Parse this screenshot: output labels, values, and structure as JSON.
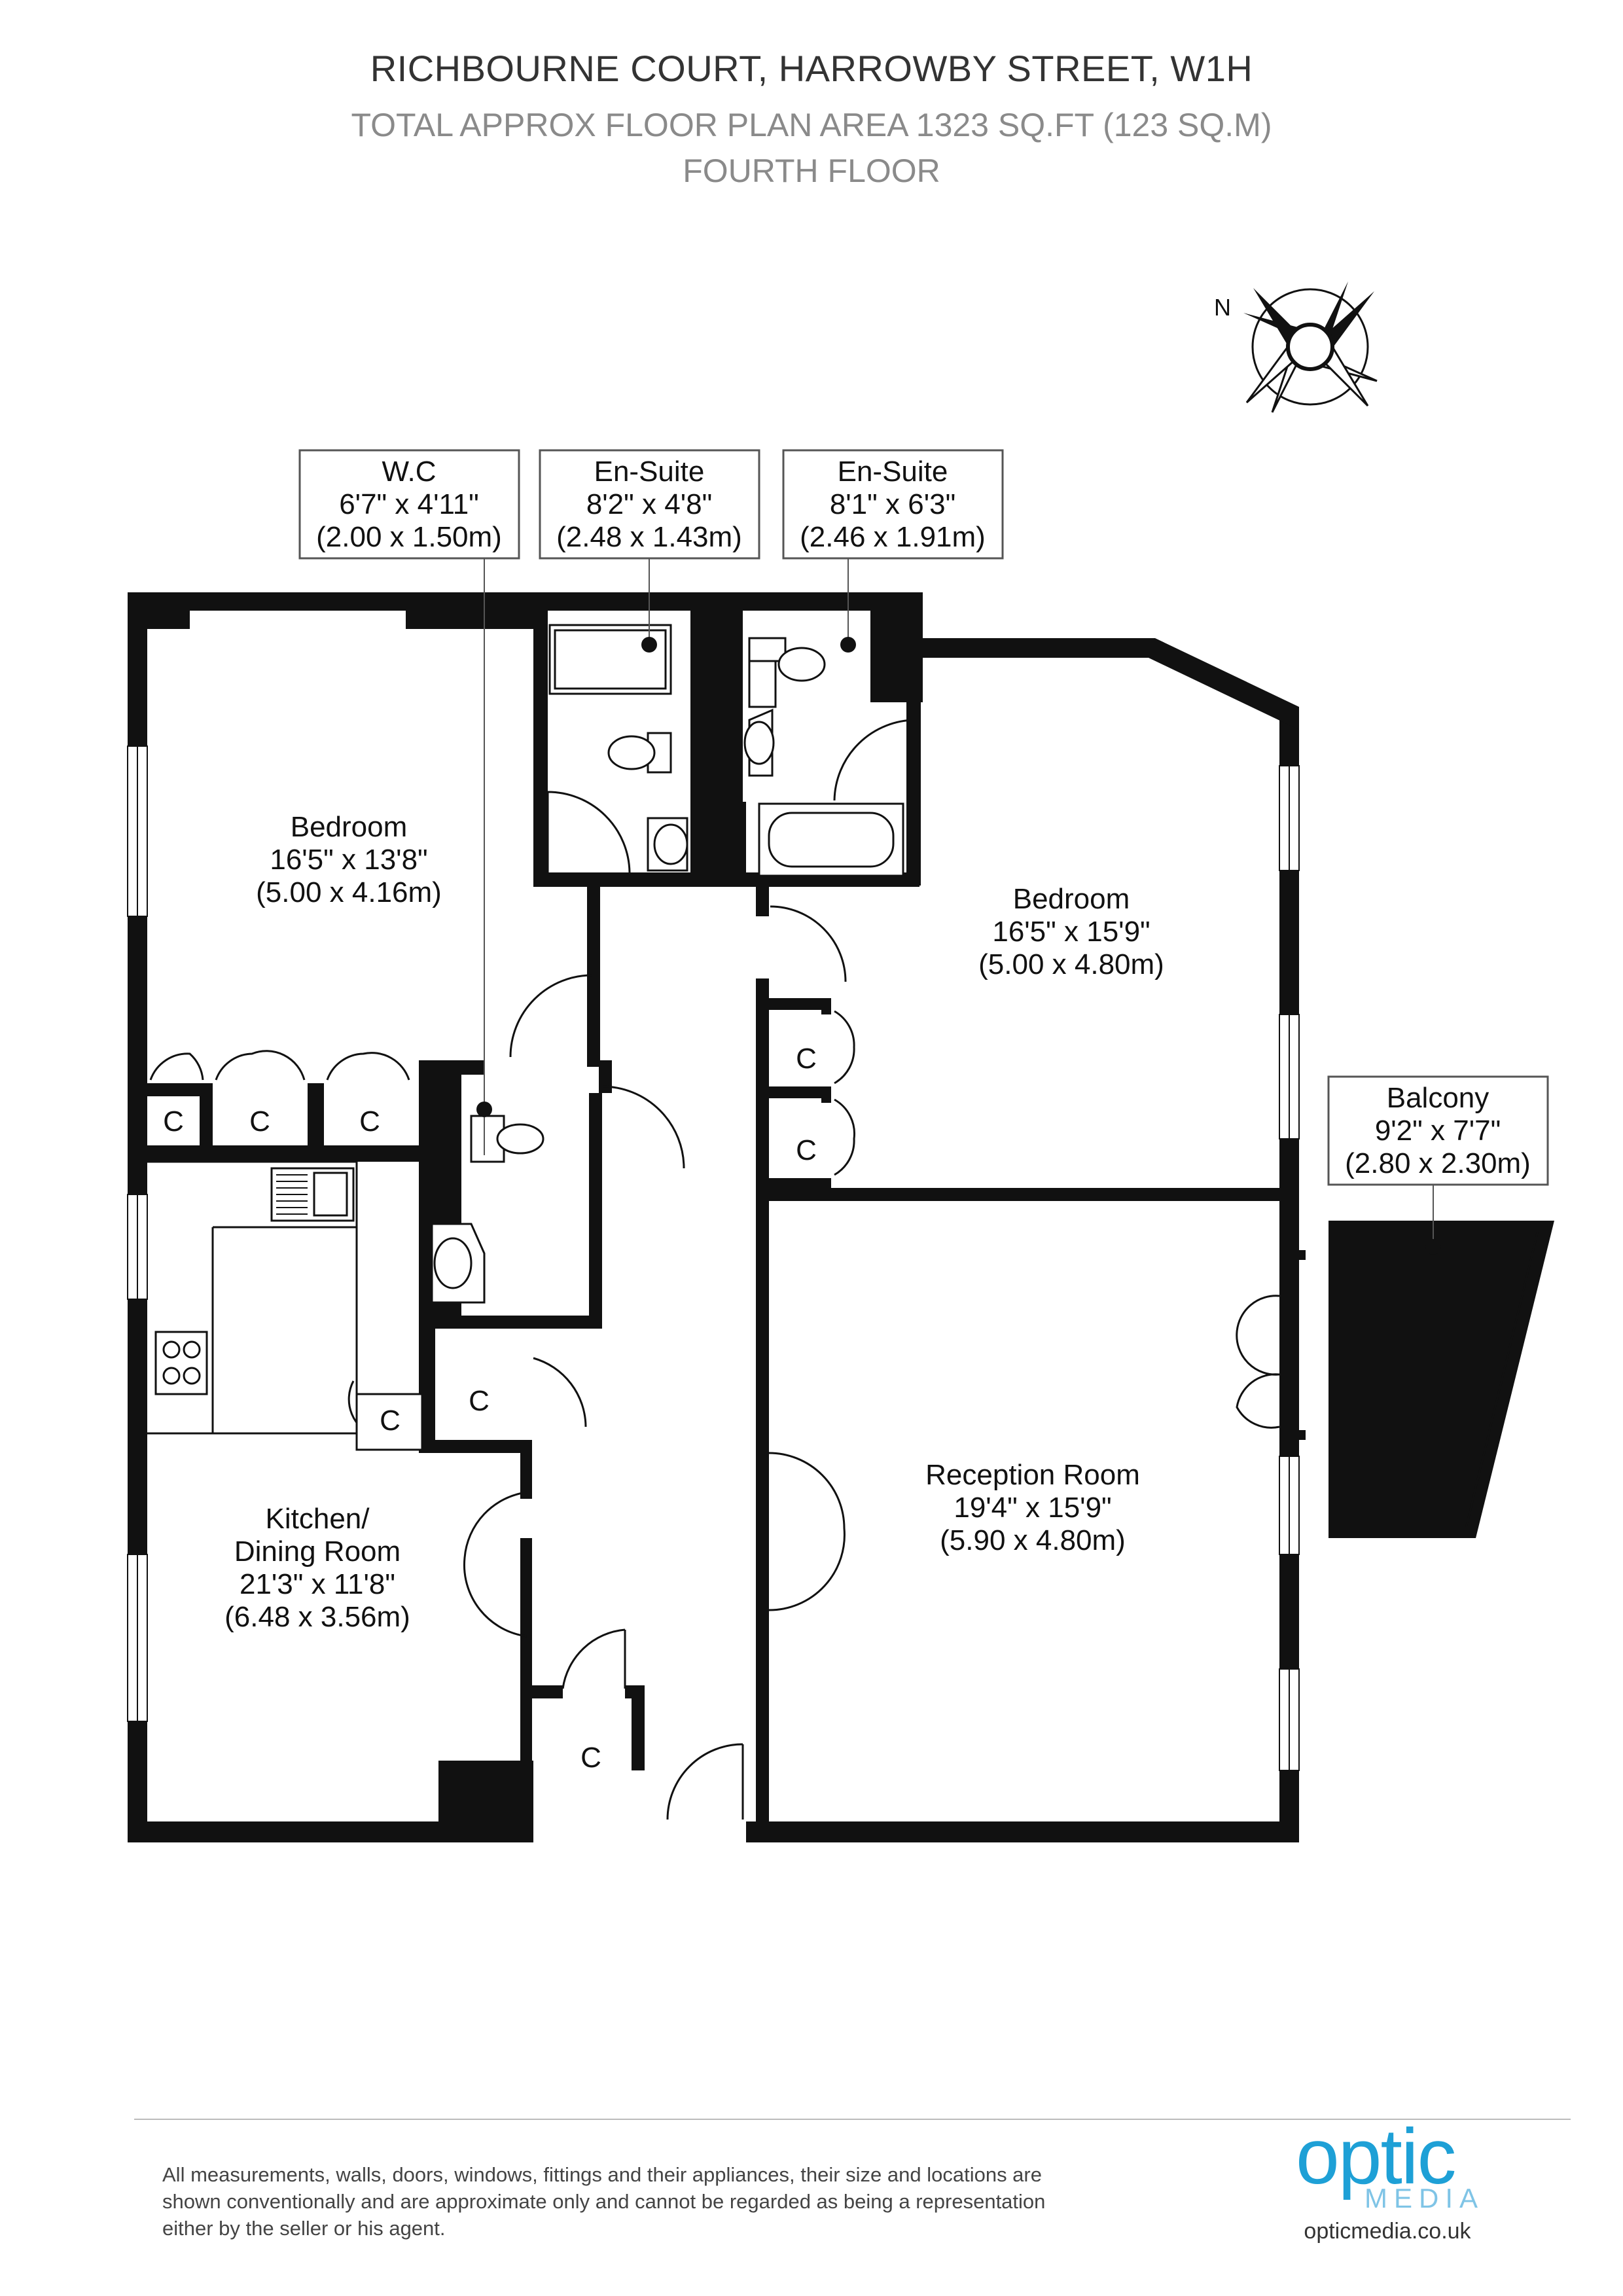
{
  "header": {
    "address": "RICHBOURNE COURT, HARROWBY STREET, W1H",
    "area": "TOTAL APPROX FLOOR PLAN AREA 1323 SQ.FT (123 SQ.M)",
    "floor": "FOURTH FLOOR"
  },
  "compass": {
    "north": "N"
  },
  "callouts": {
    "wc": {
      "name": "W.C",
      "imperial": "6'7\" x 4'11\"",
      "metric": "(2.00 x 1.50m)"
    },
    "ensuite1": {
      "name": "En-Suite",
      "imperial": "8'2\" x 4'8\"",
      "metric": "(2.48 x 1.43m)"
    },
    "ensuite2": {
      "name": "En-Suite",
      "imperial": "8'1\" x 6'3\"",
      "metric": "(2.46 x 1.91m)"
    },
    "balcony": {
      "name": "Balcony",
      "imperial": "9'2\" x 7'7\"",
      "metric": "(2.80 x 2.30m)"
    }
  },
  "rooms": {
    "bedroom1": {
      "name": "Bedroom",
      "imperial": "16'5\" x 13'8\"",
      "metric": "(5.00 x 4.16m)"
    },
    "bedroom2": {
      "name": "Bedroom",
      "imperial": "16'5\" x 15'9\"",
      "metric": "(5.00 x 4.80m)"
    },
    "kitchen": {
      "name1": "Kitchen/",
      "name2": "Dining Room",
      "imperial": "21'3\" x 11'8\"",
      "metric": "(6.48 x 3.56m)"
    },
    "reception": {
      "name": "Reception Room",
      "imperial": "19'4\" x 15'9\"",
      "metric": "(5.90 x 4.80m)"
    }
  },
  "cupboard_label": "C",
  "footer": {
    "disclaimer1": "All measurements, walls, doors, windows, fittings and their appliances, their size and locations are",
    "disclaimer2": "shown conventionally and are approximate only and cannot be regarded as being a representation",
    "disclaimer3": "either by the seller or his agent.",
    "logo_main": "optic",
    "logo_sub": "MEDIA",
    "website": "opticmedia.co.uk"
  },
  "colors": {
    "wall": "#111111",
    "logo_blue": "#1ea0d6",
    "grey_text": "#8a8a8a"
  }
}
